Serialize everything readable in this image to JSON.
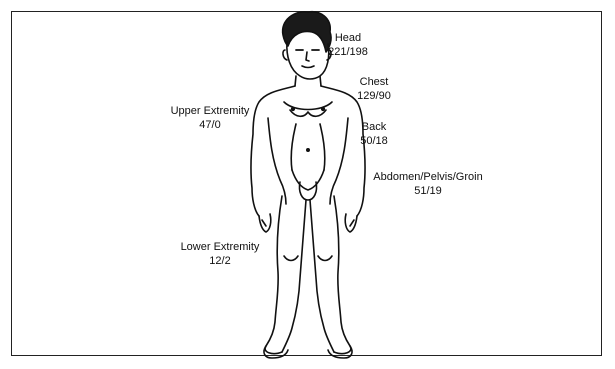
{
  "regions": [
    {
      "id": "head",
      "name": "Head",
      "value": "221/198"
    },
    {
      "id": "chest",
      "name": "Chest",
      "value": "129/90"
    },
    {
      "id": "upper",
      "name": "Upper Extremity",
      "value": "47/0"
    },
    {
      "id": "back",
      "name": "Back",
      "value": "50/18"
    },
    {
      "id": "abdomen",
      "name": "Abdomen/Pelvis/Groin",
      "value": "51/19"
    },
    {
      "id": "lower",
      "name": "Lower Extremity",
      "value": "12/2"
    }
  ]
}
